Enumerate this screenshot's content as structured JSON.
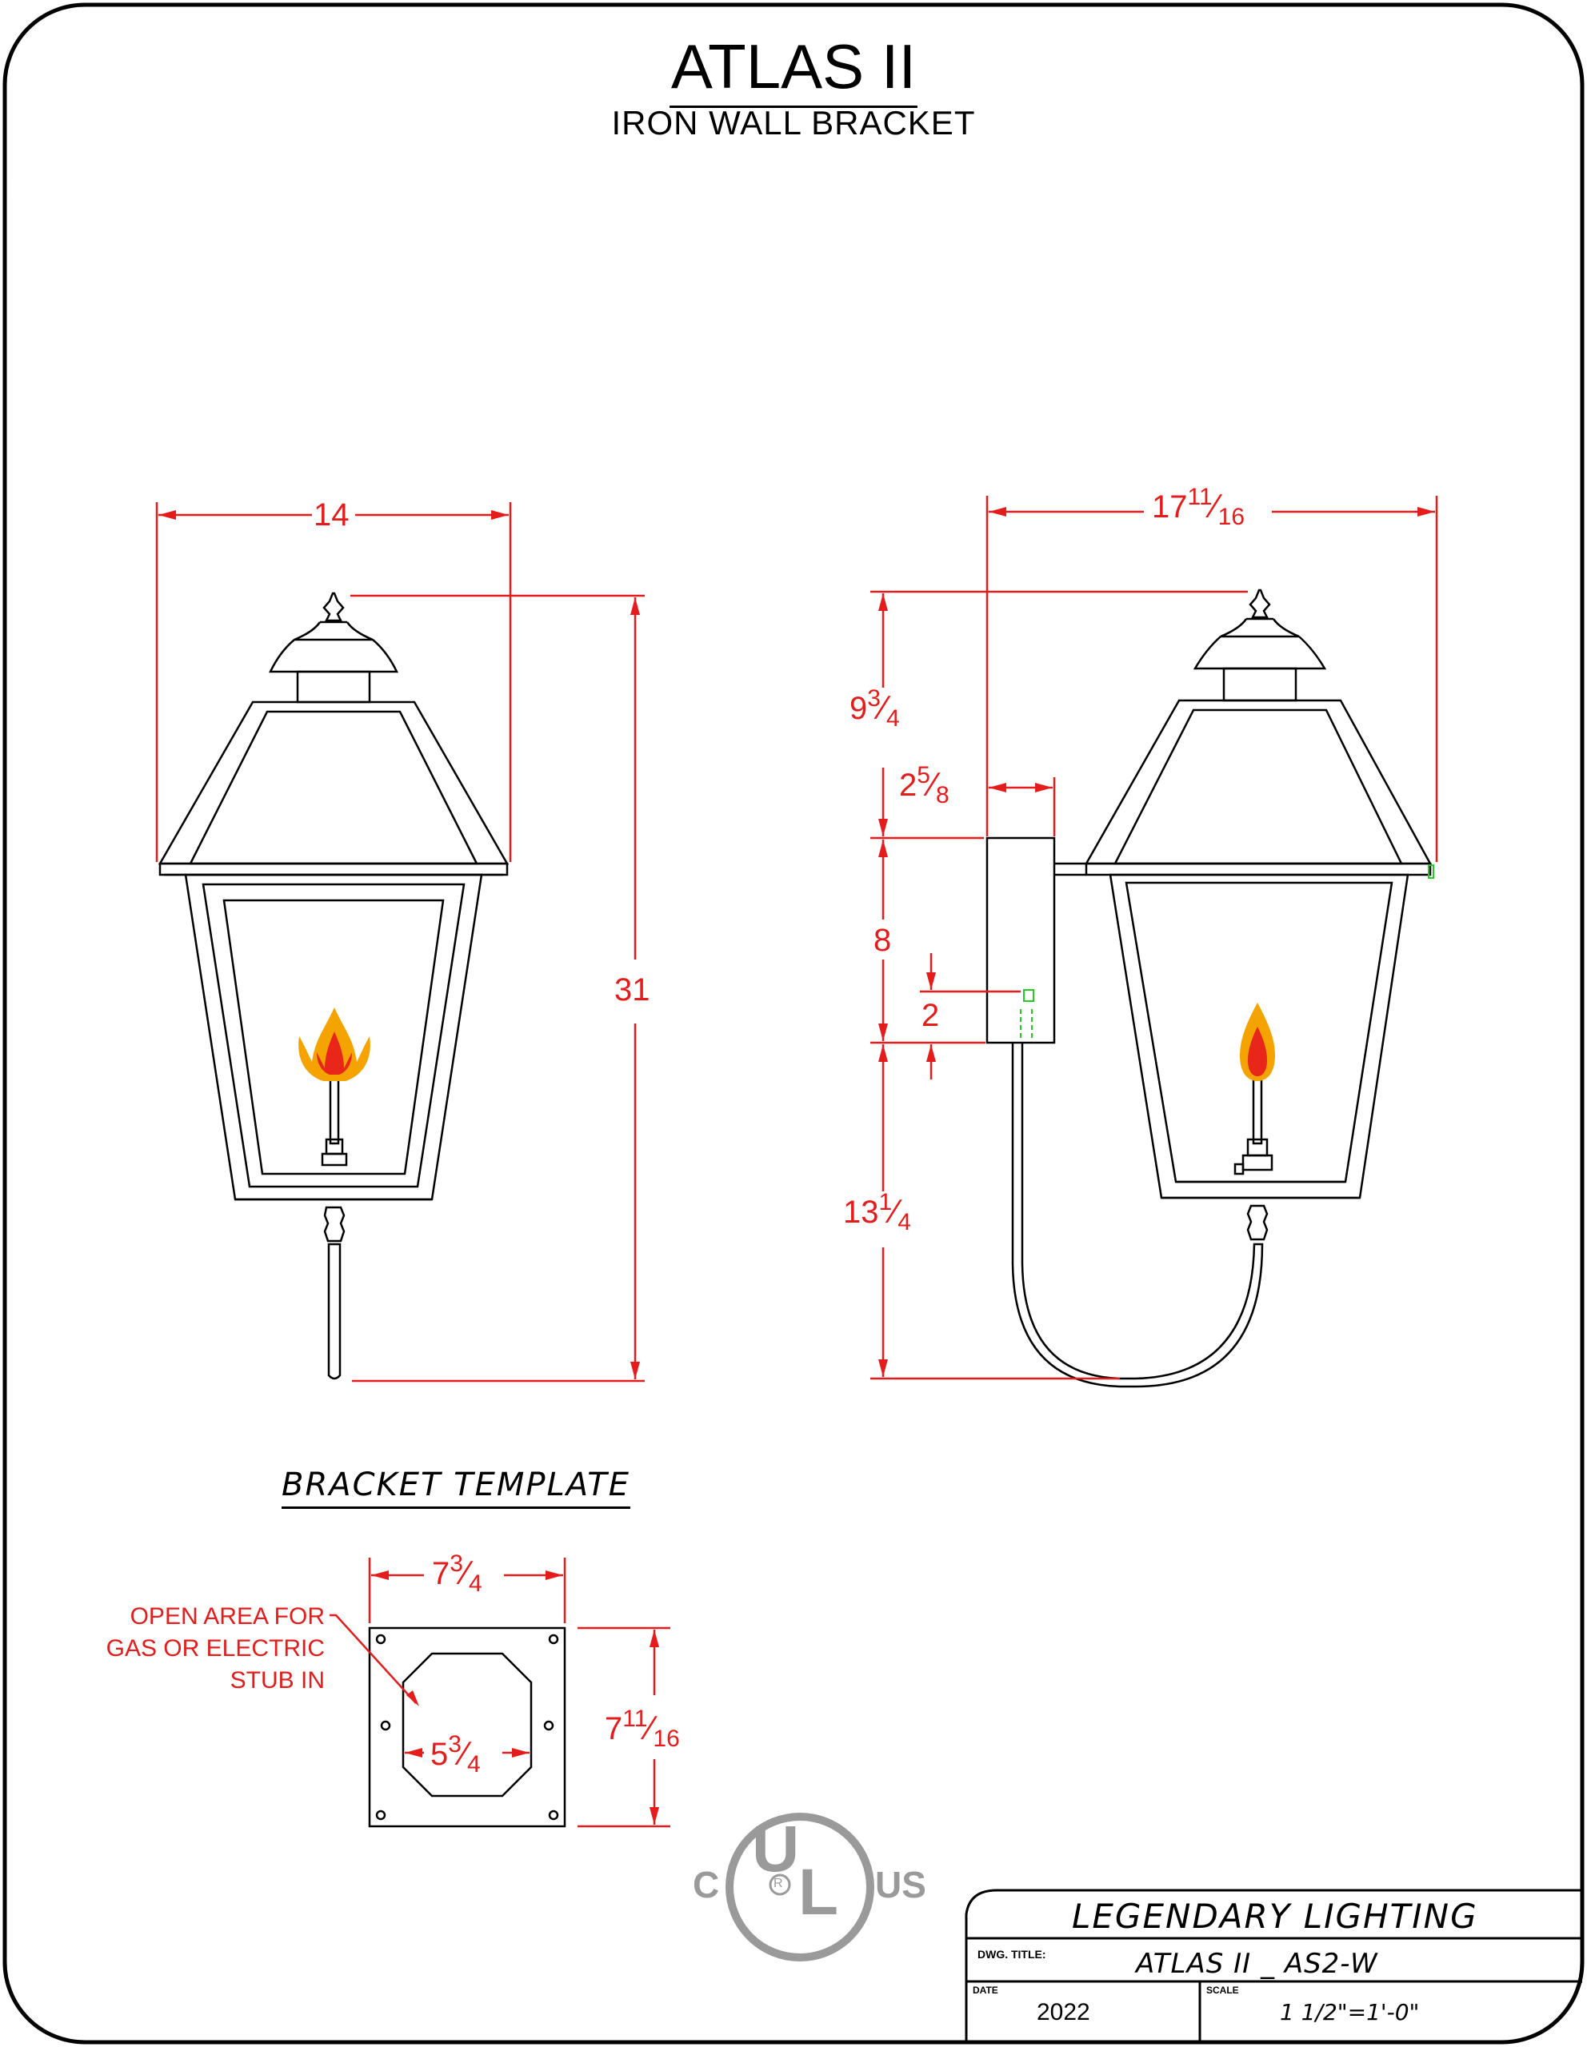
{
  "title": "ATLAS II",
  "subtitle": "IRON  WALL BRACKET",
  "front_view": {
    "width_dim": "14",
    "height_dim": "31"
  },
  "side_view": {
    "depth": {
      "whole": "17",
      "num": "11",
      "den": "16"
    },
    "top_height": {
      "whole": "9",
      "num": "3",
      "den": "4"
    },
    "bracket_offset": {
      "whole": "2",
      "num": "5",
      "den": "8"
    },
    "bracket_height": "8",
    "stub_dim": "2",
    "bottom_height": {
      "whole": "13",
      "num": "1",
      "den": "4"
    }
  },
  "bracket_template": {
    "title": "BRACKET  TEMPLATE",
    "width": {
      "whole": "7",
      "num": "3",
      "den": "4"
    },
    "height": {
      "whole": "7",
      "num": "11",
      "den": "16"
    },
    "opening": {
      "whole": "5",
      "num": "3",
      "den": "4"
    },
    "note_lines": [
      "OPEN AREA FOR",
      "GAS OR ELECTRIC",
      "STUB IN"
    ]
  },
  "certification": {
    "left": "C",
    "center_top": "U",
    "center_bottom": "L",
    "right": "US",
    "registered": "R"
  },
  "title_block": {
    "company": "LEGENDARY  LIGHTING",
    "dwg_title_label": "DWG. TITLE:",
    "dwg_title": "ATLAS  II  _  AS2-W",
    "date_label": "DATE",
    "date": "2022",
    "scale_label": "SCALE",
    "scale": "1  1/2\"=1'-0\""
  },
  "colors": {
    "dimension": "#e41c1c",
    "flame_outer": "#f5a300",
    "flame_inner": "#e8261a",
    "ul_gray": "#9a9a9a",
    "marker_green": "#22cc22"
  }
}
